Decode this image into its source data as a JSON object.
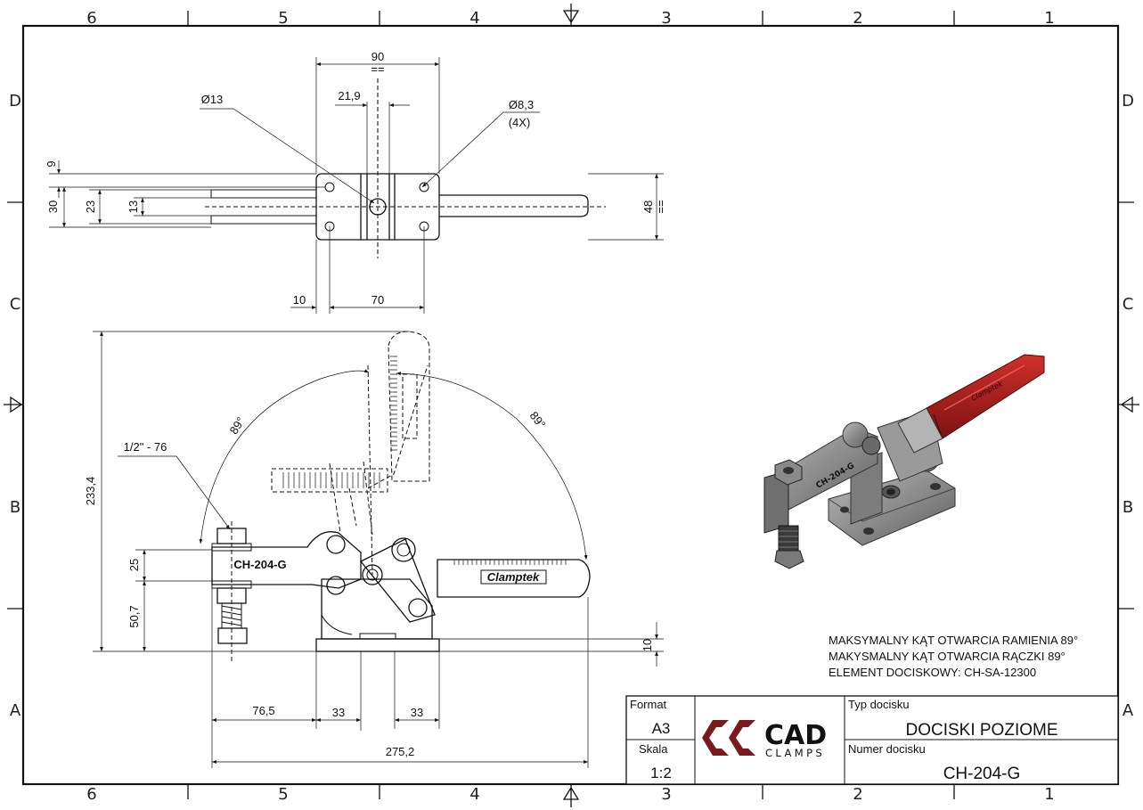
{
  "sheet": {
    "zones_horizontal": [
      "6",
      "5",
      "4",
      "3",
      "2",
      "1"
    ],
    "zones_vertical": [
      "D",
      "C",
      "B",
      "A"
    ]
  },
  "top_view_dims": {
    "overall_width": "90",
    "overall_width_sym": "==",
    "slot_width": "21,9",
    "center_hole": "Ø13",
    "mount_holes": "Ø8,3",
    "mount_holes_qty": "(4X)",
    "d9": "9",
    "d30": "30",
    "d23": "23",
    "d13": "13",
    "d48": "48",
    "d48_sym": "==",
    "d10": "10",
    "d70": "70"
  },
  "side_view_dims": {
    "angle_spindle": "89°",
    "angle_handle": "89°",
    "thread": "1/2\" - 76",
    "height_total": "233,4",
    "d25": "25",
    "d50_7": "50,7",
    "base_thickness": "10",
    "d76_5": "76,5",
    "d33a": "33",
    "d33b": "33",
    "length_total": "275,2",
    "arm_marking": "CH-204-G",
    "handle_brand": "Clamptek"
  },
  "render_3d": {
    "arm_marking": "CH-204-G",
    "handle_brand": "Clamptek",
    "handle_color": "#b5201e",
    "metal_color": "#8f8f8f"
  },
  "notes": [
    "MAKSYMALNY KĄT OTWARCIA RAMIENIA 89°",
    "MAKYSMALNY KĄT OTWARCIA RĄCZKI 89°",
    "ELEMENT DOCISKOWY: CH-SA-12300"
  ],
  "title_block": {
    "format_label": "Format",
    "format_value": "A3",
    "scale_label": "Skala",
    "scale_value": "1:2",
    "logo_main": "CAD",
    "logo_sub": "CLAMPS",
    "logo_color": "#7a1a1c",
    "type_label": "Typ docisku",
    "type_value": "DOCISKI POZIOME",
    "number_label": "Numer docisku",
    "number_value": "CH-204-G"
  }
}
